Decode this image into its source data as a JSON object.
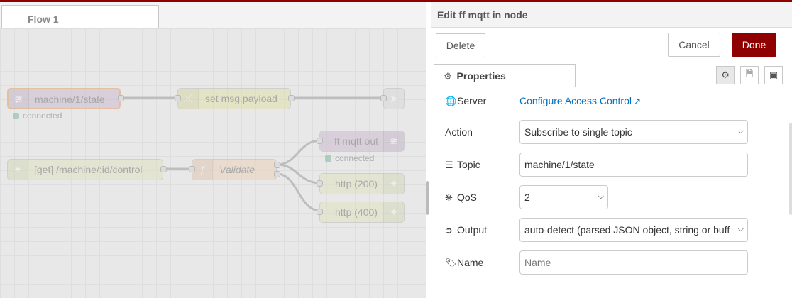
{
  "workspace": {
    "tab_label": "Flow 1",
    "nodes": {
      "mqtt_in": {
        "label": "machine/1/state",
        "status": "connected"
      },
      "change": {
        "label": "set msg.payload"
      },
      "http_in": {
        "label": "[get] /machine/:id/control"
      },
      "function": {
        "label": "Validate"
      },
      "mqtt_out": {
        "label": "ff mqtt out",
        "status": "connected"
      },
      "http_200": {
        "label": "http (200)"
      },
      "http_400": {
        "label": "http (400)"
      }
    }
  },
  "panel": {
    "title": "Edit ff mqtt in node",
    "buttons": {
      "delete": "Delete",
      "cancel": "Cancel",
      "done": "Done"
    },
    "tab_label": "Properties",
    "form": {
      "server_label": "Server",
      "server_link": "Configure Access Control",
      "action_label": "Action",
      "action_value": "Subscribe to single topic",
      "topic_label": "Topic",
      "topic_value": "machine/1/state",
      "qos_label": "QoS",
      "qos_value": "2",
      "output_label": "Output",
      "output_value": "auto-detect (parsed JSON object, string or buff",
      "name_label": "Name",
      "name_placeholder": "Name"
    }
  },
  "colors": {
    "accent": "#8f0000",
    "link": "#0070c0",
    "mqtt_node": "#c0a8c8",
    "change_node": "#dfe08c",
    "http_node": "#dfe4b0",
    "function_node": "#f2c9a3"
  }
}
